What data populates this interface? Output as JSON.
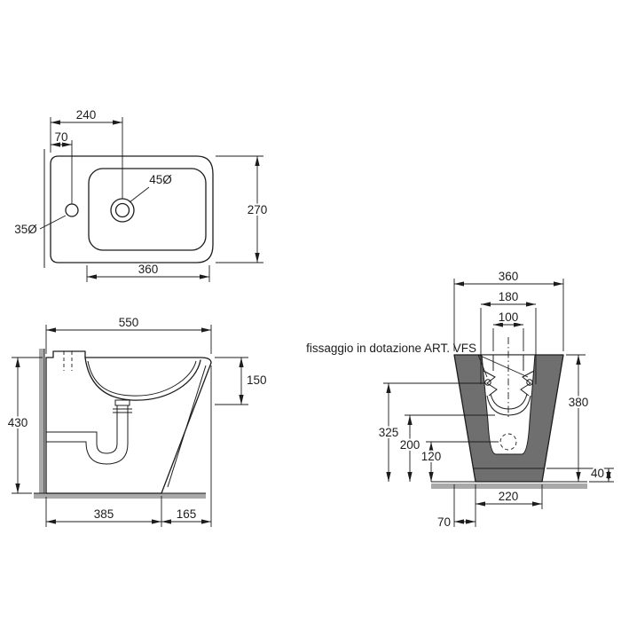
{
  "top": {
    "d240": "240",
    "d70": "70",
    "d45": "45Ø",
    "d270": "270",
    "d35": "35Ø",
    "d360": "360"
  },
  "side": {
    "d550": "550",
    "d150": "150",
    "d430": "430",
    "d385": "385",
    "d165": "165"
  },
  "rear": {
    "note": "fissaggio in dotazione ART. VFS",
    "d360": "360",
    "d180": "180",
    "d100": "100",
    "d380": "380",
    "d325": "325",
    "d200": "200",
    "d120": "120",
    "d40": "40",
    "d220": "220",
    "d70": "70"
  },
  "colors": {
    "line": "#1c1c1c",
    "wall": "#a9a9a9",
    "ceramic": "#6f6f6f",
    "background": "#ffffff"
  }
}
